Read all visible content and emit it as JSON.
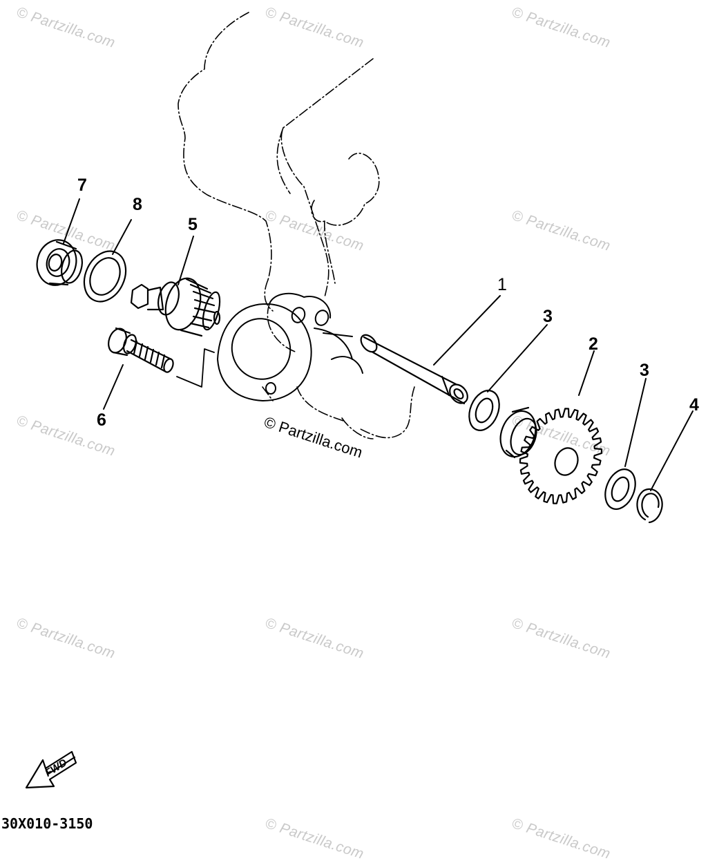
{
  "watermarks": {
    "text": "© Partzilla.com",
    "positions_label": "repeated"
  },
  "center_watermark": "© Partzilla.com",
  "callouts": {
    "c1": "1",
    "c2": "2",
    "c3a": "3",
    "c3b": "3",
    "c4": "4",
    "c5": "5",
    "c6": "6",
    "c7": "7",
    "c8": "8"
  },
  "fwd_label": "FWD",
  "diagram_code": "30X010-3150",
  "colors": {
    "ink": "#000000",
    "watermark": "#c9c9c9",
    "background": "#ffffff"
  }
}
